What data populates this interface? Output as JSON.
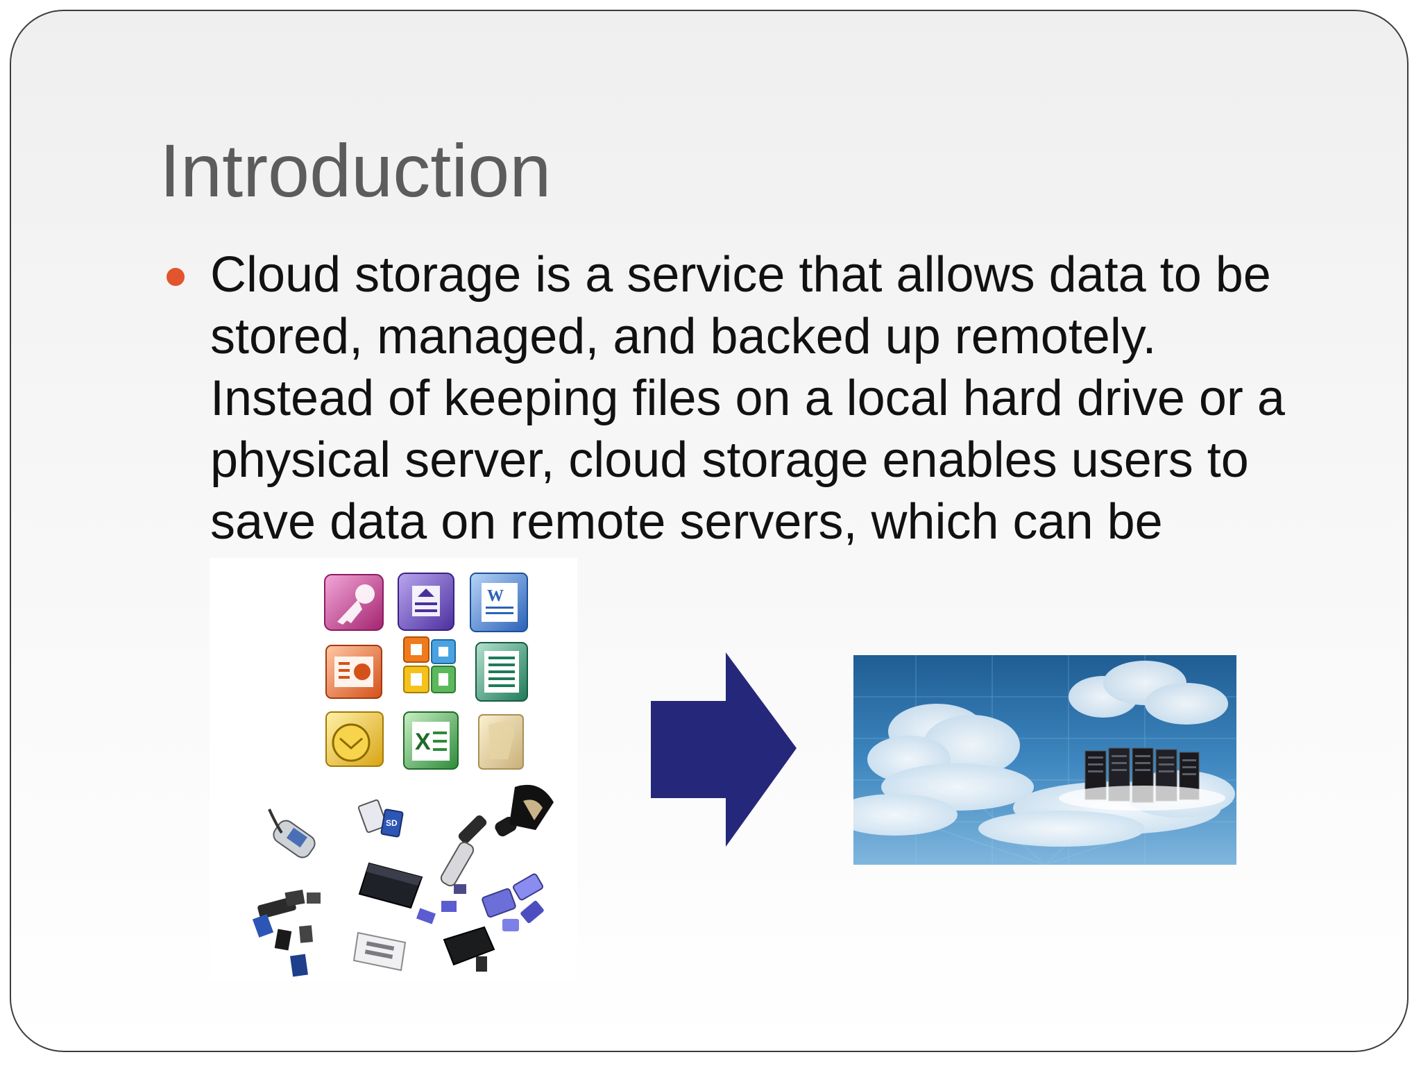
{
  "slide": {
    "title": "Introduction",
    "bullet_lines": [
      "Cloud storage is a service that allows data to be",
      "stored, managed, and backed up remotely.",
      "Instead of keeping files on a local hard drive or a",
      "physical server, cloud storage enables users to",
      "save data on remote servers, which can be"
    ]
  },
  "colors": {
    "title": "#5c5c5c",
    "bullet": "#e1542c",
    "arrow": "#25287a",
    "body_text": "#111111"
  },
  "figure": {
    "left_image": "office-files-and-storage-devices",
    "arrow": "right-arrow-icon",
    "right_image": "cloud-servers-photo"
  }
}
